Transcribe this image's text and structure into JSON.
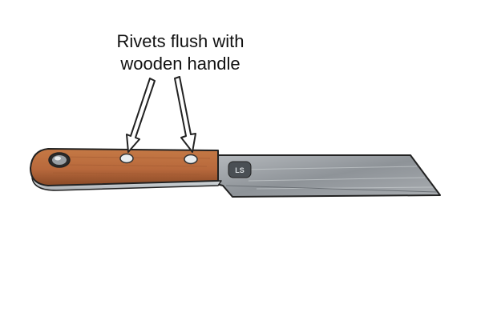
{
  "annotation": {
    "line1": "Rivets flush with",
    "line2": "wooden handle"
  },
  "blade_stamp": "LS",
  "colors": {
    "handle_wood": "#b8693c",
    "handle_shadow": "#8a4a27",
    "ferrule_metal": "#c9cfd3",
    "blade_steel": "#9ea3a8",
    "outline": "#222222",
    "arrow_fill": "#ffffff"
  },
  "icons": {
    "rivet": "rivet-icon",
    "arrow": "arrow-icon",
    "stamp": "maker-stamp-icon"
  }
}
